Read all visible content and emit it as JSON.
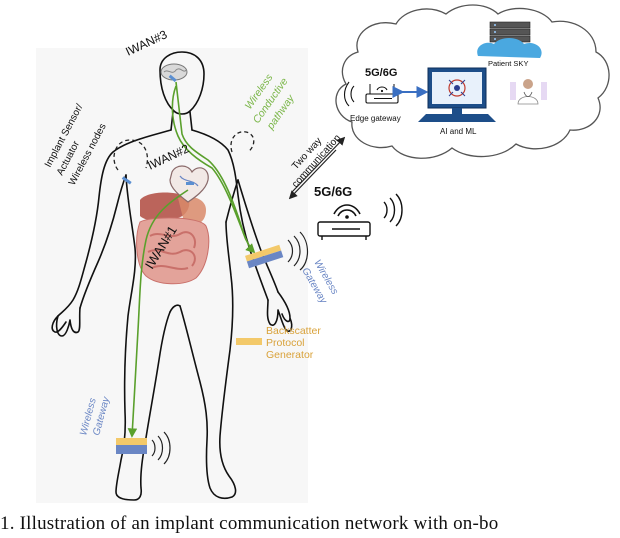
{
  "labels": {
    "iwan3": "IWAN#3",
    "iwan2": "IWAN#2",
    "iwan1": "IWAN#1",
    "nodes_line1": "Implant Sensor/",
    "nodes_line2": "Actuator",
    "nodes_line3": "Wireless nodes",
    "pathway_line1": "Wireless",
    "pathway_line2": "Conductive",
    "pathway_line3": "pathway",
    "wrist_gateway_line1": "Wireless",
    "wrist_gateway_line2": "Gateway",
    "ankle_gateway_line1": "Wireless",
    "ankle_gateway_line2": "Gateway",
    "backscatter_line1": "Backscatter",
    "backscatter_line2": "Protocol",
    "backscatter_line3": "Generator",
    "two_way_line1": "Two way",
    "two_way_line2": "communication",
    "net_cloud": "5G/6G",
    "net_ground": "5G/6G",
    "edge_gateway": "Edge gateway",
    "ai_ml": "AI and ML",
    "patient_sky": "Patient SKY"
  },
  "caption": "1.  Illustration of an implant communication network with on-bo",
  "colors": {
    "pathway_green": "#5aa02c",
    "label_green": "#7ab648",
    "gateway_blue": "#6a86c4",
    "gateway_yellow": "#f3c96a",
    "organ_red": "#c9706a",
    "cloud_outline": "#555555"
  }
}
